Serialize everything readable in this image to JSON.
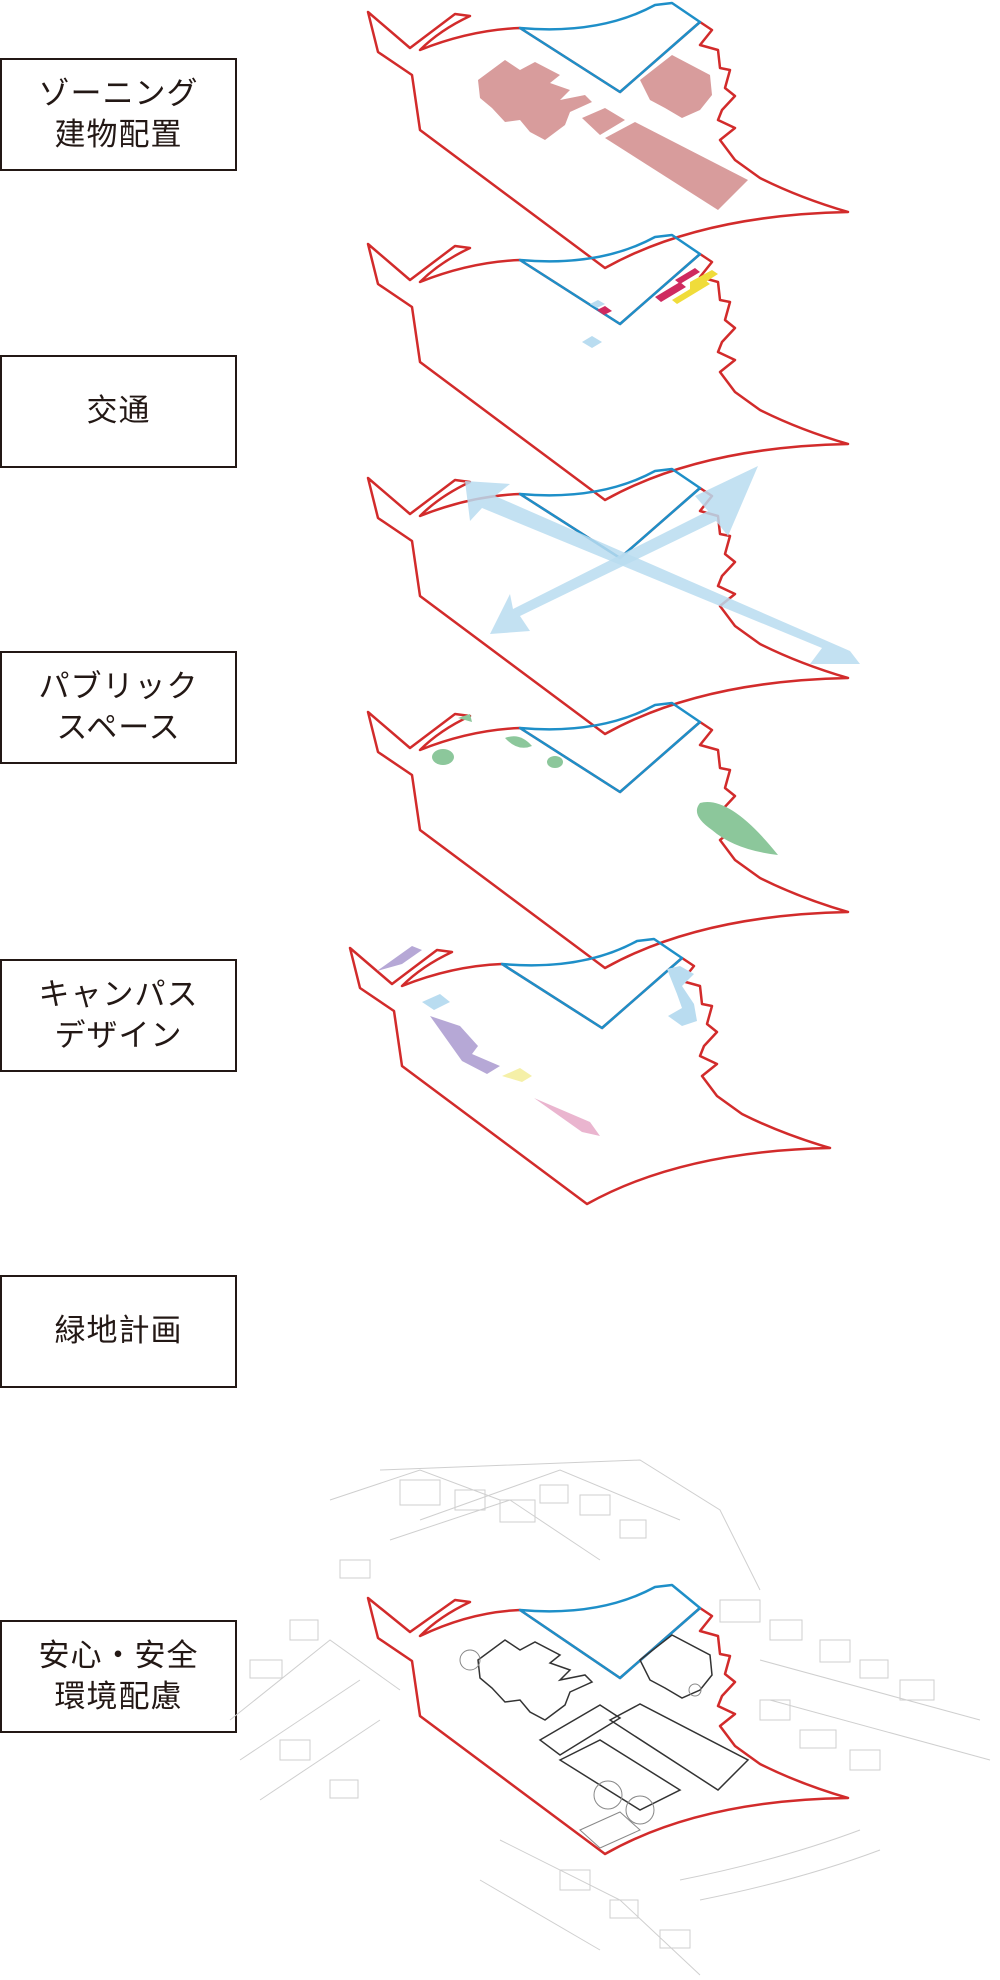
{
  "diagram": {
    "panels": [
      {
        "id": "zoning",
        "lines": [
          "ゾーニング",
          "建物配置"
        ],
        "icon": "zoning-buildings-diagram"
      },
      {
        "id": "traffic",
        "lines": [
          "交通"
        ],
        "icon": "traffic-diagram"
      },
      {
        "id": "public-space",
        "lines": [
          "パブリック",
          "スペース"
        ],
        "icon": "public-space-arrows-diagram"
      },
      {
        "id": "campus-design",
        "lines": [
          "キャンパス",
          "デザイン"
        ],
        "icon": "campus-design-diagram"
      },
      {
        "id": "green-plan",
        "lines": [
          "緑地計画"
        ],
        "icon": "green-plan-diagram"
      },
      {
        "id": "safety",
        "lines": [
          "安心・安全",
          "環境配慮"
        ],
        "icon": "site-plan-diagram"
      }
    ],
    "colors": {
      "site_outline": "#d22b2b",
      "sub_area_outline": "#1e8fc8",
      "buildings": "#d89c9c",
      "parking_magenta": "#cf2a5f",
      "parking_yellow": "#f0dc3a",
      "light_blue": "#b9dcf0",
      "green": "#8cc79b",
      "purple": "#b6a8d6",
      "pink": "#eab5cf",
      "pale_yellow": "#f5f0a8",
      "text_border": "#231815",
      "context_lines": "#bfbfbf"
    }
  }
}
